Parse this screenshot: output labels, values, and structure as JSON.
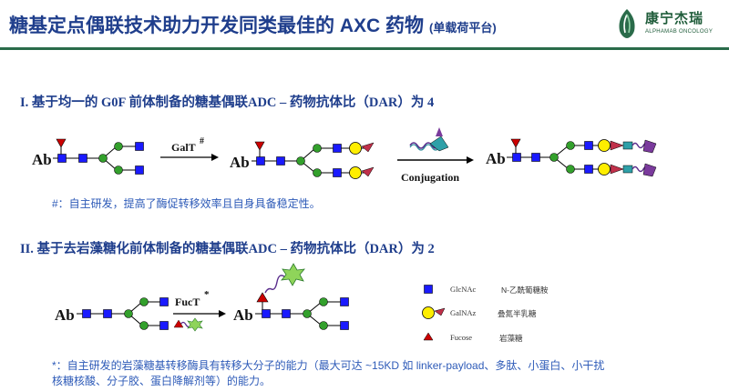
{
  "header": {
    "title": "糖基定点偶联技术助力开发同类最佳的 AXC 药物",
    "subtitle": "(单载荷平台)",
    "logo_name": "康宁杰瑞",
    "logo_en": "ALPHAMAB ONCOLOGY"
  },
  "section1": {
    "heading": "I. 基于均一的 G0F 前体制备的糖基偶联ADC – 药物抗体比（DAR）为 4",
    "ab_label": "Ab",
    "enzyme": "GalT",
    "enzyme_mark": "#",
    "conjugation": "Conjugation",
    "note": "#：自主研发，提高了酶促转移效率且自身具备稳定性。"
  },
  "section2": {
    "heading": "II. 基于去岩藻糖化前体制备的糖基偶联ADC – 药物抗体比（DAR）为 2",
    "ab_label": "Ab",
    "enzyme": "FucT",
    "enzyme_mark": "*",
    "note": "*：自主研发的岩藻糖基转移酶具有转移大分子的能力（最大可达 ~15KD 如 linker-payload、多肽、小蛋白、小干扰核糖核酸、分子胶、蛋白降解剂等）的能力。"
  },
  "legend": [
    {
      "abbr": "GlcNAc",
      "name": "N-乙酰葡糖胺"
    },
    {
      "abbr": "GalNAz",
      "name": "叠氮半乳糖"
    },
    {
      "abbr": "Fucose",
      "name": "岩藻糖"
    }
  ],
  "colors": {
    "title": "#1f3e8c",
    "note": "#2e5bb8",
    "glcnac": "#1a1aff",
    "mannose": "#33a02c",
    "galactose": "#ffee00",
    "fucose": "#cc0000",
    "brand": "#2a6b4a"
  }
}
